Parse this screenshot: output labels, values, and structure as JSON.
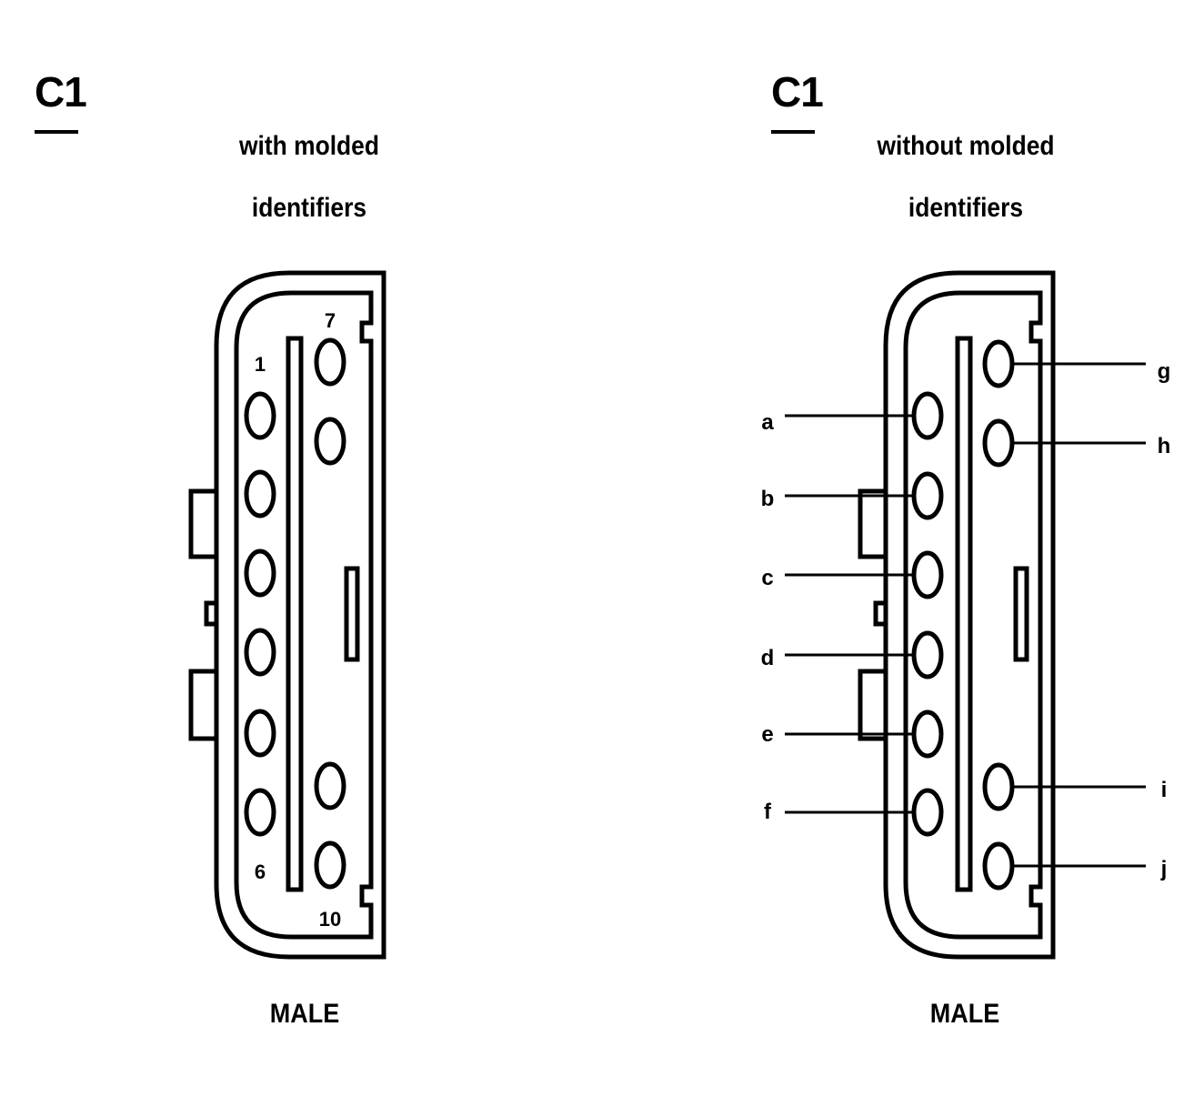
{
  "left": {
    "title": "C1",
    "subtitle_line1": "with molded",
    "subtitle_line2": "identifiers",
    "caption": "MALE",
    "pin_labels": {
      "first": "1",
      "sixth": "6",
      "seventh": "7",
      "tenth": "10"
    }
  },
  "right": {
    "title": "C1",
    "subtitle_line1": "without molded",
    "subtitle_line2": "identifiers",
    "caption": "MALE",
    "callouts": [
      "a",
      "b",
      "c",
      "d",
      "e",
      "f",
      "g",
      "h",
      "i",
      "j"
    ]
  }
}
